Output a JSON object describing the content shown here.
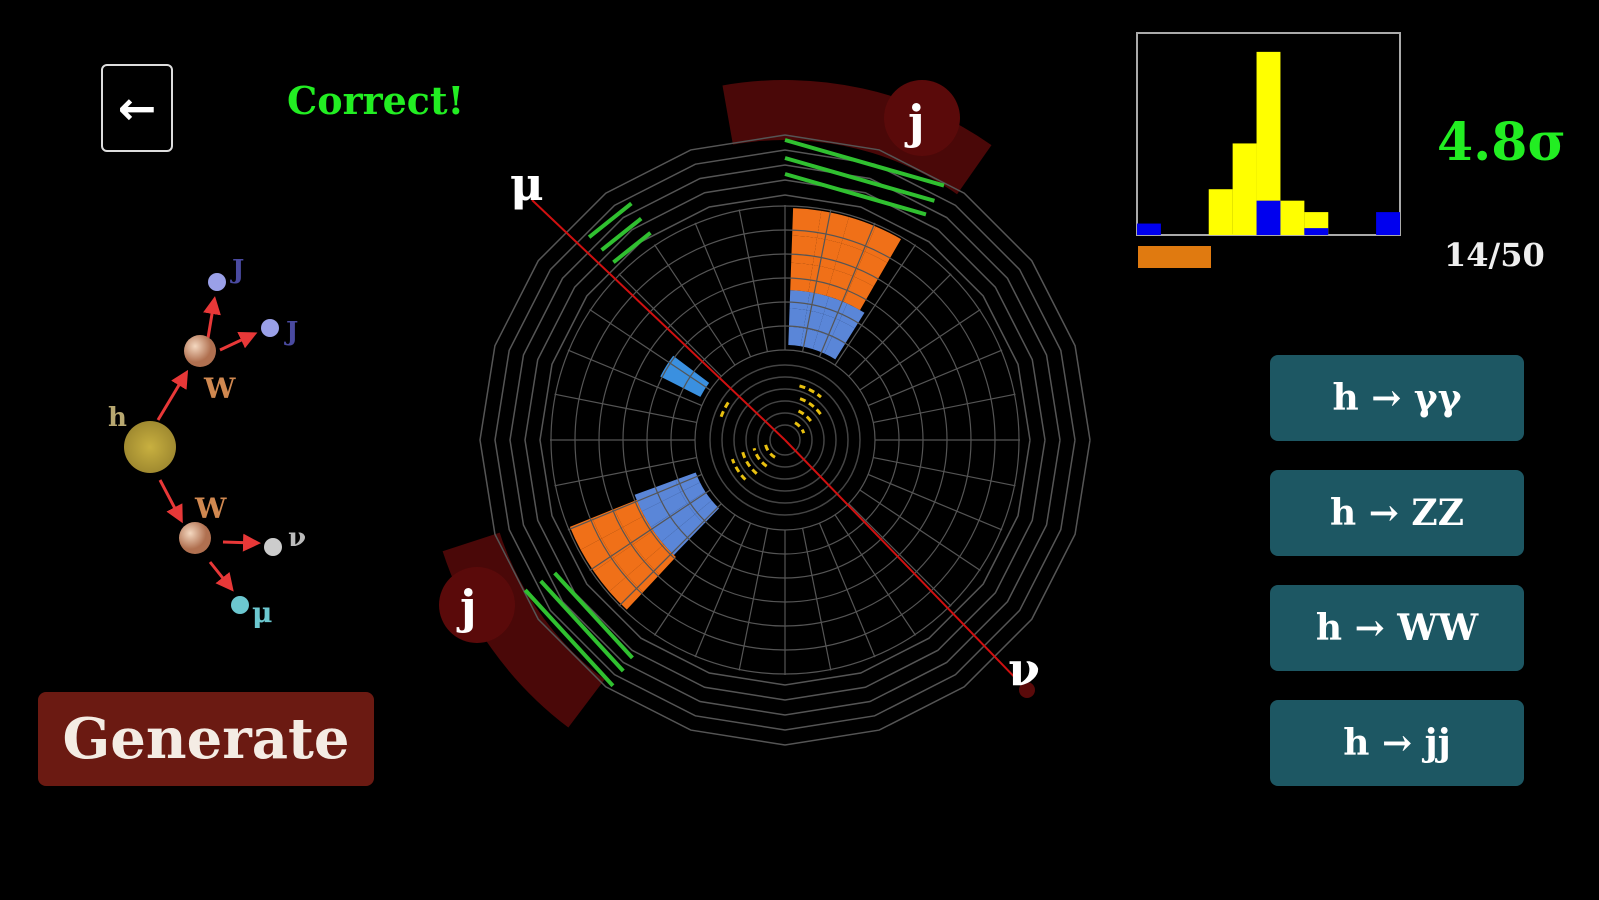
{
  "header": {
    "back_icon": "left-arrow-icon",
    "back_glyph": "🡐",
    "status": "Correct!"
  },
  "diagram": {
    "h": "h",
    "w1": "W",
    "w2": "W",
    "j1": "J",
    "j2": "J",
    "nu": "ν",
    "mu": "μ"
  },
  "detector": {
    "labels": {
      "mu": "μ",
      "nu": "ν",
      "jet1": "j",
      "jet2": "j"
    }
  },
  "histogram": {
    "bins": 11,
    "signal": [
      0,
      0,
      0,
      2,
      4,
      8,
      1.5,
      1,
      0,
      0,
      0
    ],
    "background": [
      0.5,
      0,
      0,
      0,
      0,
      1.5,
      0,
      0.3,
      0,
      0,
      1
    ],
    "ymax": 8.3
  },
  "progress": {
    "fraction": 0.28,
    "color": "#e07a10"
  },
  "significance": "4.8σ",
  "count": "14/50",
  "choices": [
    "h → γγ",
    "h → ZZ",
    "h → WW",
    "h → jj"
  ],
  "generate": "Generate"
}
